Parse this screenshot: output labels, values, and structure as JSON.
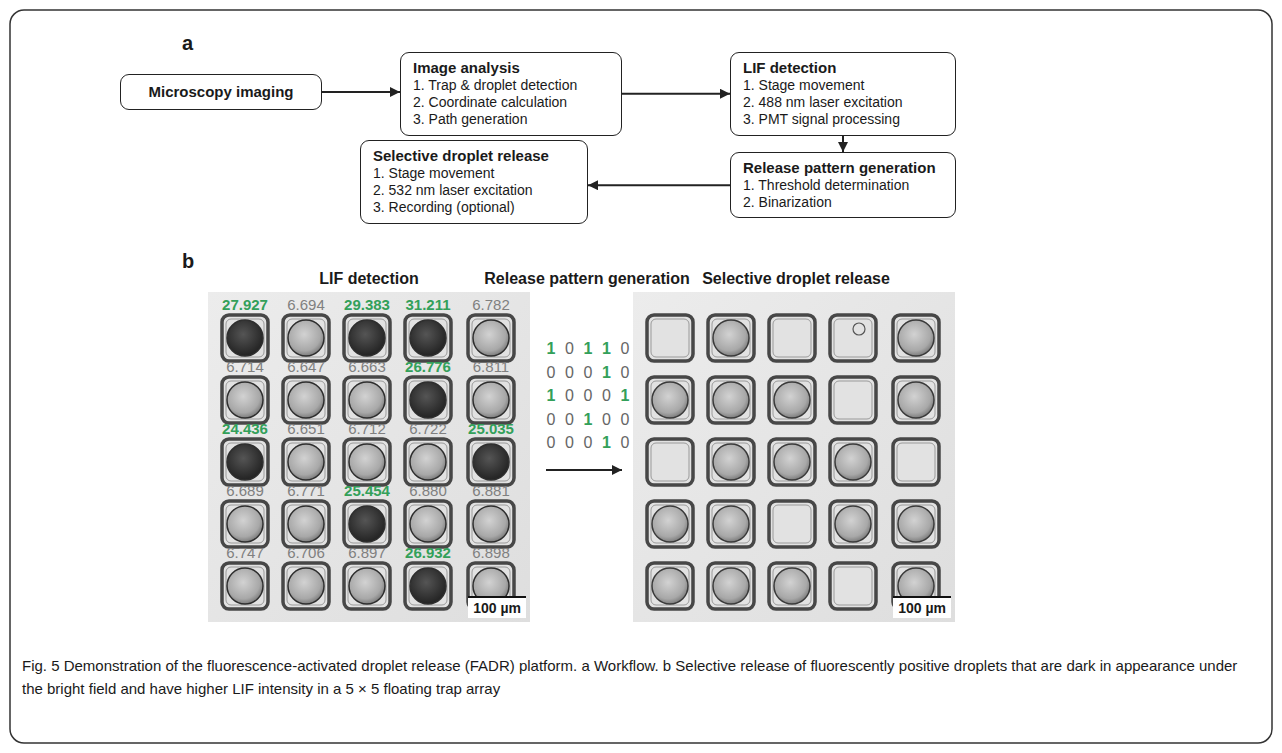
{
  "diagram": {
    "caption": "Fig. 5 Demonstration of the fluorescence-activated droplet release (FADR) platform. a Workflow. b Selective release of fluorescently positive droplets that are dark in appearance under the bright field and have higher LIF intensity in a 5 × 5 floating trap array",
    "nodes": [
      {
        "text": [
          "Microscopy imaging"
        ]
      },
      {
        "text": [
          "Image analysis",
          "1. Trap & droplet detection",
          "2. Coordinate calculation",
          "3. Path generation"
        ]
      },
      {
        "text": [
          "LIF detection",
          "1. Stage movement",
          "2. 488 nm laser excitation",
          "3. PMT signal processing"
        ]
      },
      {
        "text": [
          "Release pattern generation",
          "1. Threshold determination",
          "2. Binarization"
        ]
      },
      {
        "text": [
          "Selective droplet release",
          "1. Stage movement",
          "2. 532 nm laser excitation",
          "3. Recording (optional)"
        ]
      }
    ],
    "edges": [
      {
        "from": 0,
        "to": 1,
        "arrow": "to"
      },
      {
        "from": 1,
        "to": 2,
        "arrow": "to"
      },
      {
        "from": 2,
        "to": 3,
        "arrow": "to"
      },
      {
        "from": 3,
        "to": 4,
        "arrow": "to"
      }
    ],
    "labels": [
      "a",
      "b",
      "LIF detection",
      "Release pattern generation",
      "Selective droplet release",
      "27.927",
      "6.694",
      "29.383",
      "31.211",
      "6.782",
      "6.714",
      "6.647",
      "6.663",
      "26.776",
      "6.811",
      "24.436",
      "6.651",
      "6.712",
      "6.722",
      "25.035",
      "6.689",
      "6.771",
      "25.454",
      "6.880",
      "6.881",
      "6.747",
      "6.706",
      "6.897",
      "26.932",
      "6.898",
      "1",
      "0",
      "1",
      "1",
      "0",
      "0",
      "0",
      "0",
      "1",
      "0",
      "1",
      "0",
      "0",
      "0",
      "1",
      "0",
      "0",
      "1",
      "0",
      "0",
      "0",
      "0",
      "0",
      "1",
      "0",
      "100 µm",
      "100 µm"
    ]
  }
}
